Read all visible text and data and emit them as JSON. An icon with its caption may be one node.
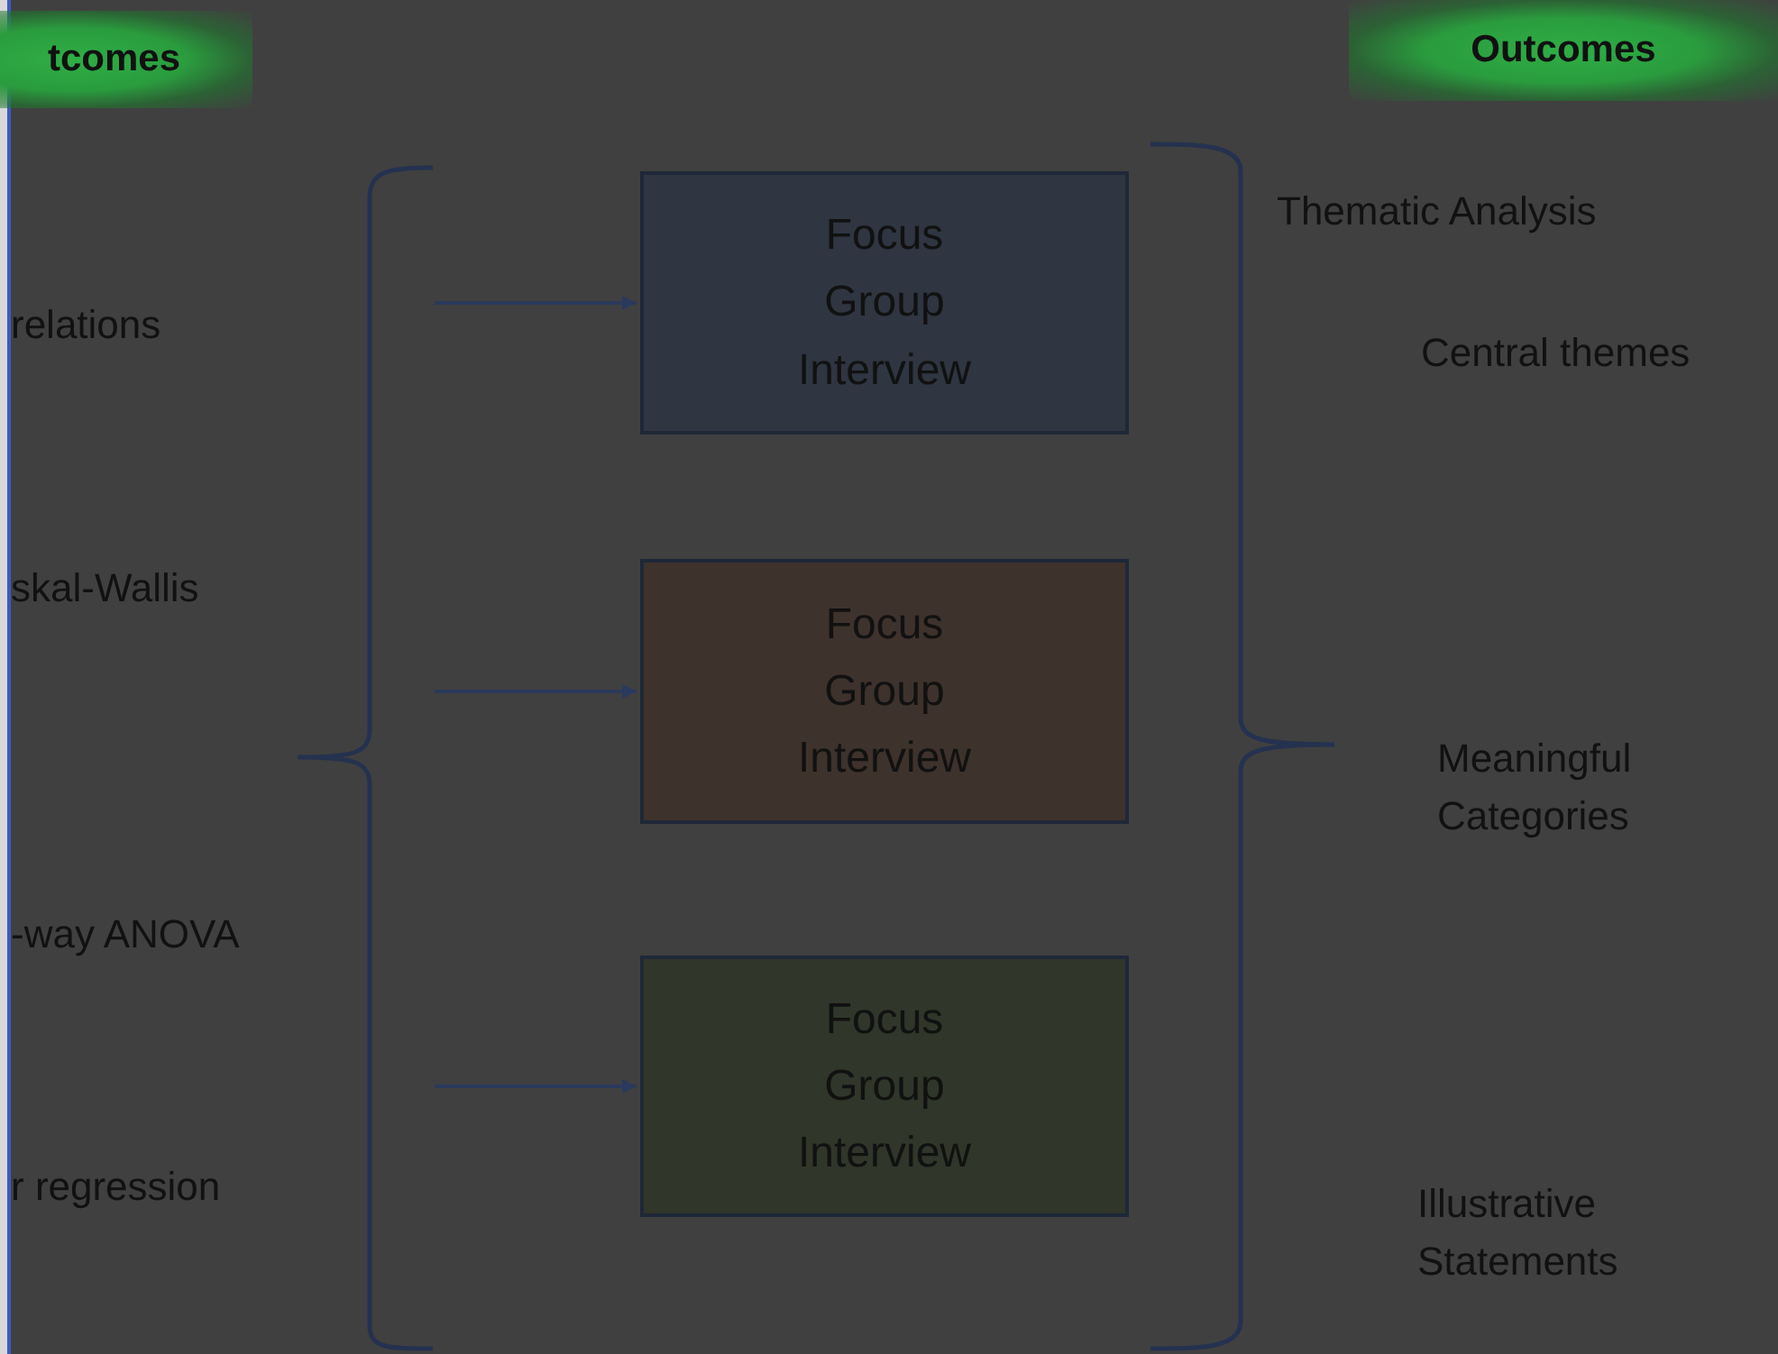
{
  "diagram": {
    "nodes": [
      {
        "text": [
          "tcomes"
        ]
      },
      {
        "text": [
          "Outcomes"
        ]
      },
      {
        "text": [],
        "shape": "bracket"
      },
      {
        "text": [
          "Focus Group Interview"
        ]
      },
      {
        "text": [
          "Focus Group Interview"
        ]
      },
      {
        "text": [
          "Focus Group Interview"
        ]
      }
    ],
    "edges": [
      {
        "from": 2,
        "to": 3,
        "arrow": "to"
      },
      {
        "from": 2,
        "to": 4,
        "arrow": "to"
      },
      {
        "from": 2,
        "to": 5,
        "arrow": "to"
      }
    ],
    "labels": [
      "relations",
      "skal-Wallis",
      "-way ANOVA",
      "r regression",
      "Thematic Analysis",
      "Central themes",
      "Meaningful Categories",
      "Illustrative Statements"
    ]
  }
}
